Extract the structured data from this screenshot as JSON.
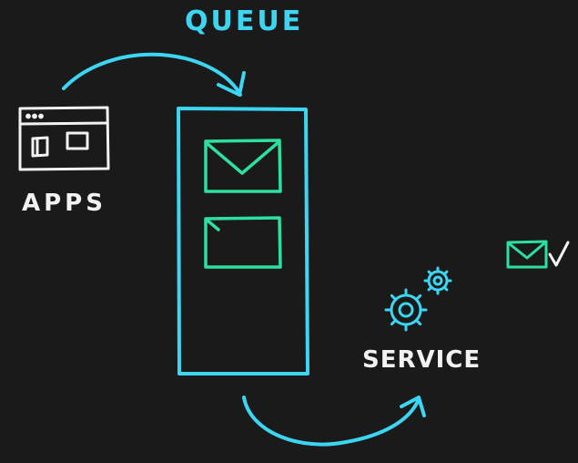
{
  "title": "QUEUE",
  "producer": {
    "label": "APPS",
    "icon": "app-window-icon"
  },
  "consumer": {
    "label": "SERVICE",
    "icon": "gears-icon"
  },
  "queue": {
    "icon": "queue-container",
    "messages": [
      {
        "icon": "envelope-icon"
      },
      {
        "icon": "envelope-icon"
      }
    ]
  },
  "processed": {
    "icon": "envelope-icon",
    "status_icon": "checkmark-icon"
  },
  "colors": {
    "background": "#1a1a1a",
    "queue": "#3cd6f2",
    "message": "#2ee0a0",
    "text": "#f2f2f2",
    "gears": "#3cd6f2"
  }
}
